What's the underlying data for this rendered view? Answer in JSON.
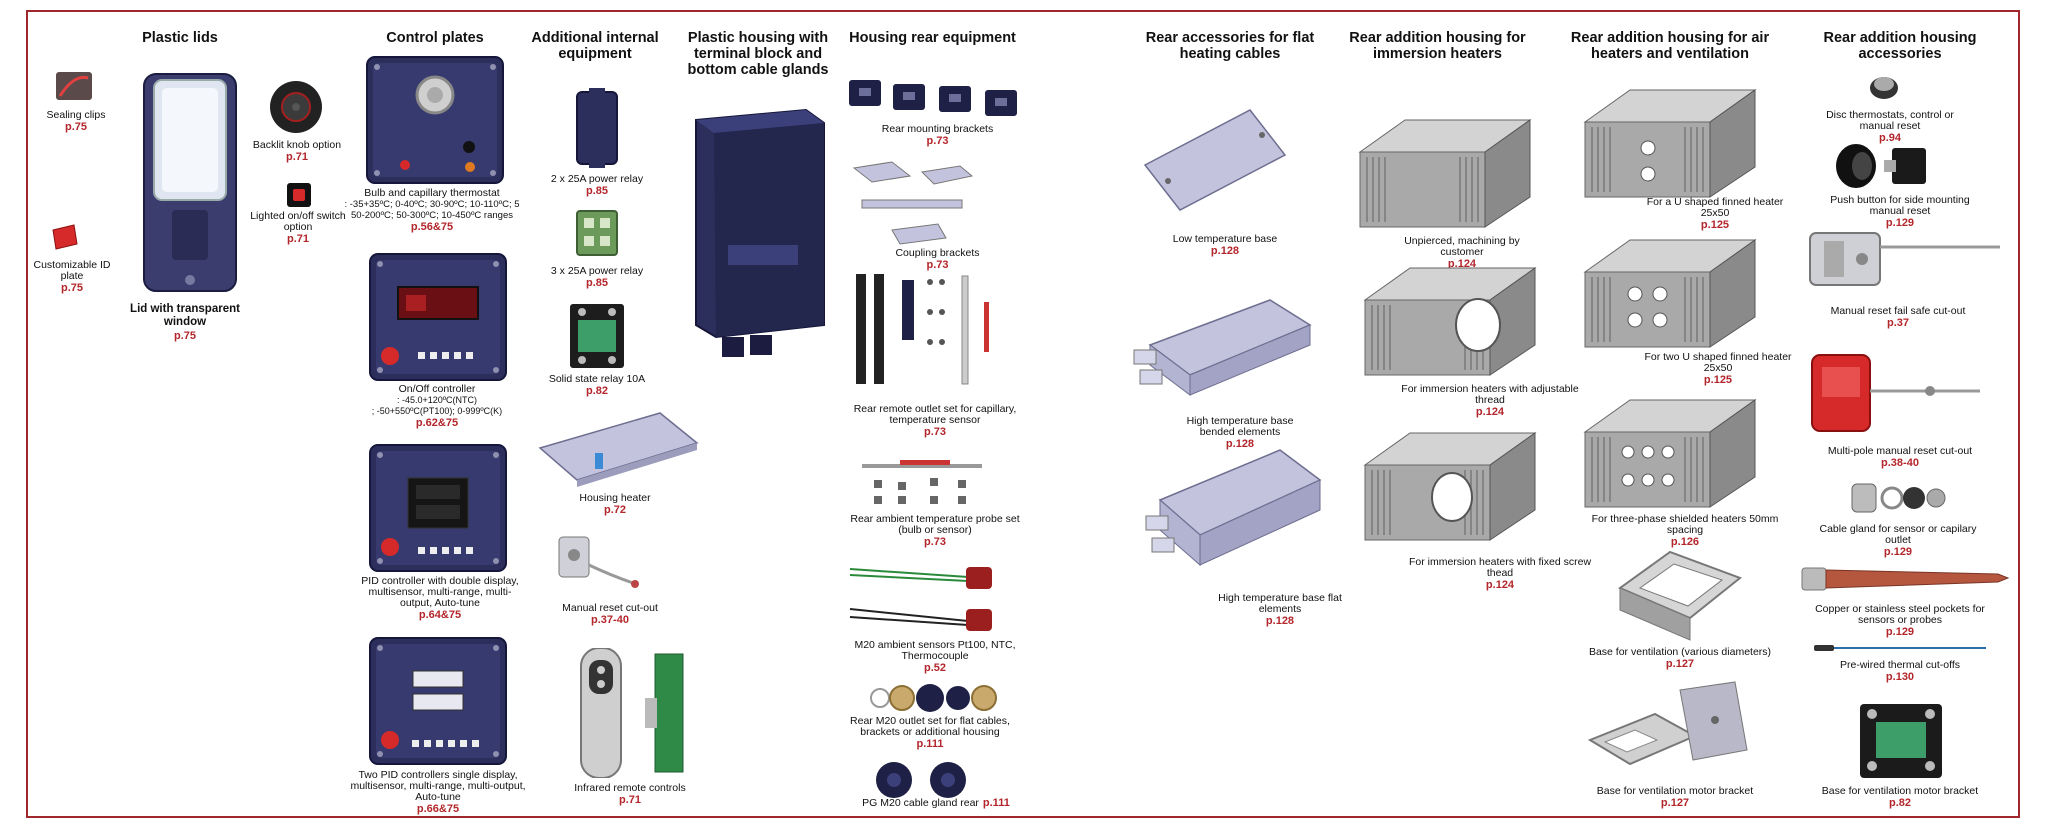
{
  "columns": [
    {
      "id": "lids",
      "title": "Plastic lids"
    },
    {
      "id": "plates",
      "title": "Control plates"
    },
    {
      "id": "internal",
      "title": "Additional internal equipment"
    },
    {
      "id": "housing",
      "title": "Plastic housing with terminal block and bottom cable glands"
    },
    {
      "id": "rear",
      "title": "Housing rear equipment"
    },
    {
      "id": "flat",
      "title": "Rear accessories for flat heating cables"
    },
    {
      "id": "immersion",
      "title": "Rear addition housing for immersion heaters"
    },
    {
      "id": "air",
      "title": "Rear addition housing for air heaters and ventilation"
    },
    {
      "id": "acc",
      "title": "Rear addition housing accessories"
    }
  ],
  "items": {
    "sealing_clips": {
      "label": "Sealing clips",
      "page": "p.75"
    },
    "id_plate": {
      "label": "Customizable ID plate",
      "page": "p.75"
    },
    "lid_window": {
      "label": "Lid with transparent window",
      "page": "p.75"
    },
    "backlit_knob": {
      "label": "Backlit knob option",
      "page": "p.71"
    },
    "lighted_switch": {
      "label": "Lighted on/off switch option",
      "page": "p.71"
    },
    "bulb_thermostat": {
      "label": "Bulb and capillary thermostat",
      "detail": ": -35+35ºC; 0-40ºC; 30-90ºC; 10-110ºC; 5 50-200ºC; 50-300ºC; 10-450ºC ranges",
      "page": "p.56&75"
    },
    "onoff_controller": {
      "label": "On/Off controller",
      "detail1": ": -45.0+120ºC(NTC)",
      "detail2": "; -50+550ºC(PT100); 0-999ºC(K)",
      "page": "p.62&75"
    },
    "pid_double": {
      "label": "PID controller with double display, multisensor, multi-range, multi-output, Auto-tune",
      "page": "p.64&75"
    },
    "two_pid": {
      "label": "Two PID controllers single display, multisensor, multi-range, multi-output, Auto-tune",
      "page": "p.66&75"
    },
    "relay_2x25": {
      "label": "2 x 25A power relay",
      "page": "p.85"
    },
    "relay_3x25": {
      "label": "3 x 25A power relay",
      "page": "p.85"
    },
    "ssr": {
      "label": "Solid state relay 10A",
      "page": "p.82"
    },
    "housing_heater": {
      "label": "Housing heater",
      "page": "p.72"
    },
    "manual_reset": {
      "label": "Manual reset cut-out",
      "page": "p.37-40"
    },
    "ir_remote": {
      "label": "Infrared remote controls",
      "page": "p.71"
    },
    "rear_mounting": {
      "label": "Rear mounting brackets",
      "page": "p.73"
    },
    "coupling": {
      "label": "Coupling brackets",
      "page": "p.73"
    },
    "remote_outlet": {
      "label": "Rear remote outlet set for capillary, temperature sensor",
      "page": "p.73"
    },
    "ambient_probe": {
      "label": "Rear ambient temperature probe set (bulb or sensor)",
      "page": "p.73"
    },
    "m20_sensors": {
      "label": "M20 ambient sensors Pt100, NTC, Thermocouple",
      "page": "p.52"
    },
    "m20_outlet": {
      "label": "Rear M20 outlet set for flat cables, brackets or additional housing",
      "page": "p.111"
    },
    "pg_m20": {
      "label": "PG M20 cable gland rear",
      "page": "p.111"
    },
    "low_temp": {
      "label": "Low temperature base",
      "page": "p.128"
    },
    "high_bended": {
      "label": "High temperature base bended elements",
      "page": "p.128"
    },
    "high_flat": {
      "label": "High temperature base flat elements",
      "page": "p.128"
    },
    "unpierced": {
      "label": "Unpierced, machining by customer",
      "page": "p.124"
    },
    "adj_thread": {
      "label": "For immersion heaters with adjustable thread",
      "page": "p.124"
    },
    "fixed_thread": {
      "label": "For immersion heaters with fixed screw thead",
      "page": "p.124"
    },
    "u_finned": {
      "label": "For a U shaped finned heater 25x50",
      "page": "p.125"
    },
    "two_u_finned": {
      "label": "For two U shaped finned heater 25x50",
      "page": "p.125"
    },
    "three_phase": {
      "label": "For three-phase shielded heaters 50mm spacing",
      "page": "p.126"
    },
    "vent_base": {
      "label": "Base for ventilation (various diameters)",
      "page": "p.127"
    },
    "vent_motor": {
      "label": "Base for ventilation motor bracket",
      "page": "p.127"
    },
    "disc_thermo": {
      "label": "Disc thermostats, control or manual reset",
      "page": "p.94"
    },
    "push_button": {
      "label": "Push button for side mounting manual reset",
      "page": "p.129"
    },
    "failsafe": {
      "label": "Manual reset fail safe cut-out",
      "page": "p.37"
    },
    "multipole": {
      "label": "Multi-pole manual reset cut-out",
      "page": "p.38-40"
    },
    "cable_gland": {
      "label": "Cable gland for sensor or capilary outlet",
      "page": "p.129"
    },
    "pockets": {
      "label": "Copper or stainless steel pockets for sensors or probes",
      "page": "p.129"
    },
    "prewired": {
      "label": "Pre-wired thermal cut-offs",
      "page": "p.130"
    },
    "acc_motor": {
      "label": "Base for ventilation motor bracket",
      "page": "p.82"
    }
  },
  "colors": {
    "frame": "#a0272b",
    "page_ref": "#b3262b",
    "housing": "#2c2f5c",
    "metal": "#8d8d8d",
    "lavender": "#c3c3de",
    "red": "#d62a2a"
  }
}
